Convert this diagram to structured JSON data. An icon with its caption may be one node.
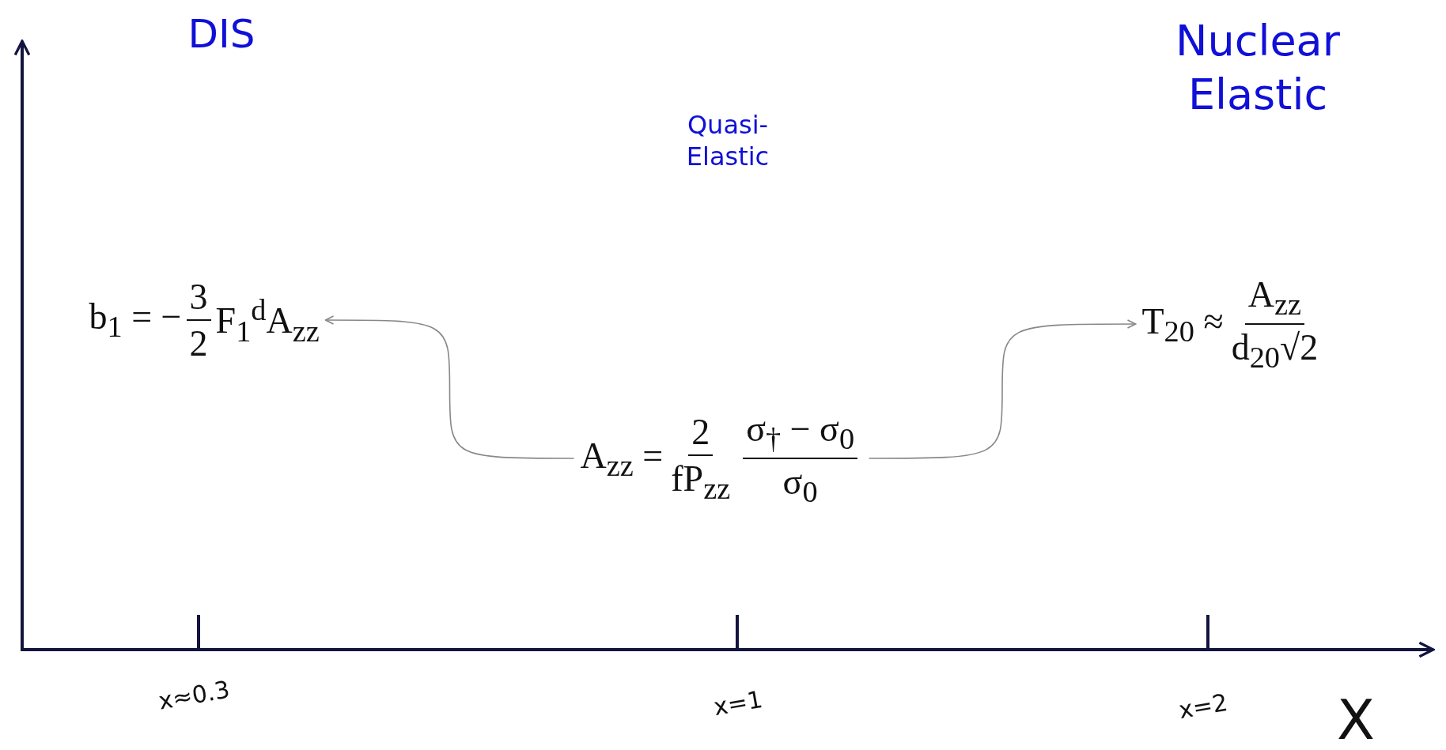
{
  "diagram": {
    "nodes": [
      {
        "text": [
          "b$_{1}$ = −",
          "3",
          "2",
          "F$_{1}$$^{d}$A$_{zz}$"
        ]
      },
      {
        "text": [
          "T$_{20}$ ≈",
          "A$_{zz}$",
          "d$_{20}$√2"
        ]
      },
      {
        "text": [
          "A$_{zz}$ =",
          "2",
          "fP$_{zz}$",
          "σ$_{†}$ − σ$_{0}$",
          "σ$_{0}$"
        ]
      }
    ],
    "edges": [
      {
        "from": 2,
        "to": 0,
        "arrow": "to"
      },
      {
        "from": 2,
        "to": 1,
        "arrow": "to"
      }
    ],
    "labels": [
      "DIS",
      "Nuclear Elastic",
      "Quasi-Elastic",
      "x≈0.3",
      "x=1",
      "x=2",
      "X"
    ]
  }
}
